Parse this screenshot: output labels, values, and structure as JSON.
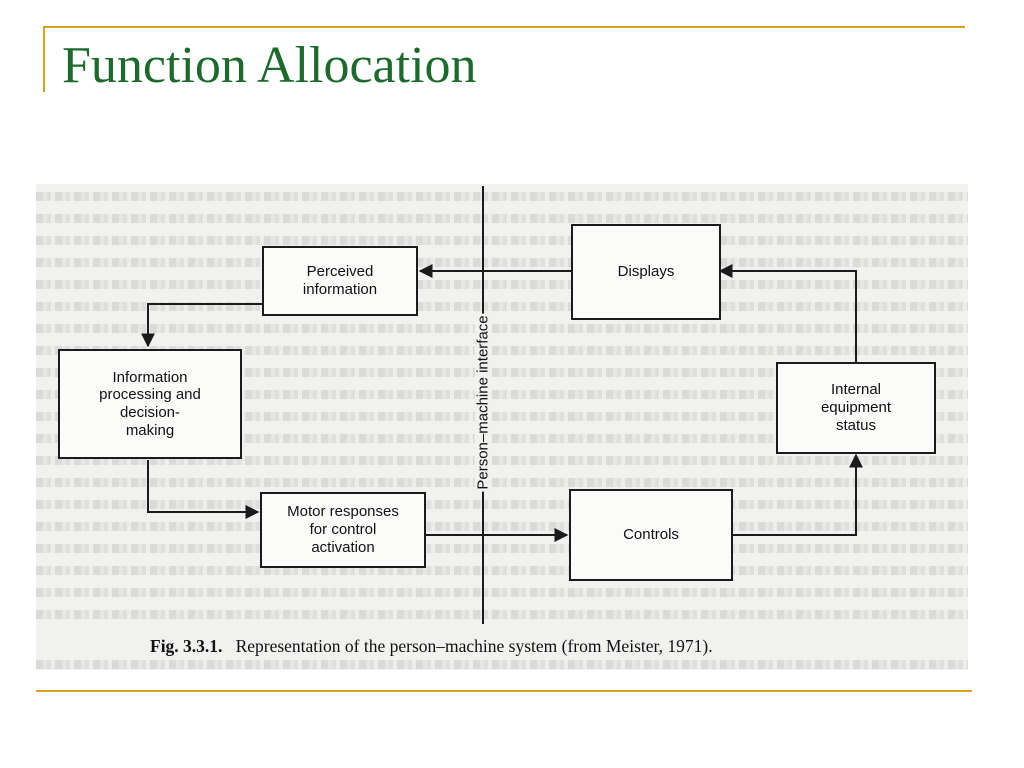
{
  "slide": {
    "title": "Function Allocation",
    "accent_color": "#d9a321",
    "title_color": "#1d6b2c"
  },
  "diagram": {
    "boxes": {
      "perceived_information": "Perceived\ninformation",
      "displays": "Displays",
      "information_processing": "Information\nprocessing and\ndecision-\nmaking",
      "internal_equipment_status": "Internal\nequipment\nstatus",
      "motor_responses": "Motor responses\nfor control\nactivation",
      "controls": "Controls"
    },
    "interface_label": "Person–machine interface"
  },
  "figure": {
    "caption_label": "Fig. 3.3.1.",
    "caption_text": "Representation of the person–machine system (from Meister, 1971)."
  }
}
